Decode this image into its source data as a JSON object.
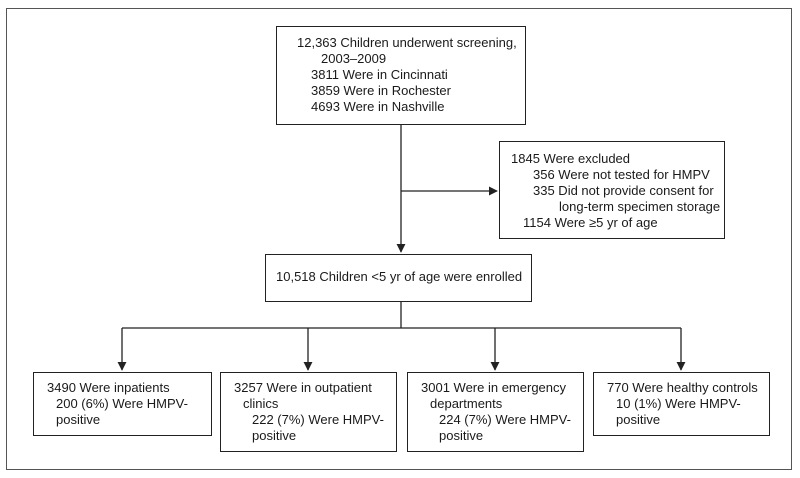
{
  "screening": {
    "lines": [
      "12,363 Children underwent screening,",
      "2003–2009",
      "3811 Were in Cincinnati",
      "3859 Were in Rochester",
      "4693 Were in Nashville"
    ]
  },
  "excluded": {
    "lines": [
      "1845 Were excluded",
      "356 Were not tested for HMPV",
      "335 Did not provide consent for",
      "long-term specimen storage",
      "1154 Were ≥5 yr of age"
    ]
  },
  "enrolled": {
    "text": "10,518 Children <5 yr of age were enrolled"
  },
  "groups": [
    {
      "lines": [
        "3490 Were inpatients",
        "200 (6%) Were HMPV-",
        "positive"
      ]
    },
    {
      "lines": [
        "3257 Were in outpatient",
        "clinics",
        "222 (7%) Were HMPV-",
        "positive"
      ]
    },
    {
      "lines": [
        "3001 Were in emergency",
        "departments",
        "224 (7%) Were HMPV-",
        "positive"
      ]
    },
    {
      "lines": [
        "770 Were healthy controls",
        "10 (1%) Were HMPV-",
        "positive"
      ]
    }
  ]
}
